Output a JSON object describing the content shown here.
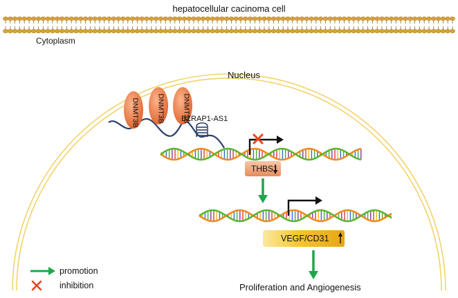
{
  "labels": {
    "cell_title": "hepatocellular cacinoma cell",
    "cytoplasm": "Cytoplasm",
    "nucleus": "Nucleus",
    "lncrna": "BZRAP1-AS1",
    "thbs1": "THBS1",
    "vegf": "VEGF/CD31",
    "outcome": "Proliferation and Angiogenesis"
  },
  "methyltransferases": [
    "DNMT3B",
    "DNMT3B",
    "DNMT3B"
  ],
  "legend": {
    "promotion": "promotion",
    "inhibition": "inhibition"
  },
  "colors": {
    "membrane_bead": "#d7a23c",
    "membrane_tail": "#8a6b2e",
    "nuclear_envelope": "#f2d36b",
    "dnmt": "#e8703a",
    "promotion_arrow": "#1fa64a",
    "inhibition_cross": "#e8451e",
    "dna_strand_orange": "#f08a1f",
    "dna_strand_green": "#5cb531",
    "thbs1_box": "#eea57f",
    "vegf_box": "#f4c229",
    "rna_strand": "#2b3f6b"
  }
}
